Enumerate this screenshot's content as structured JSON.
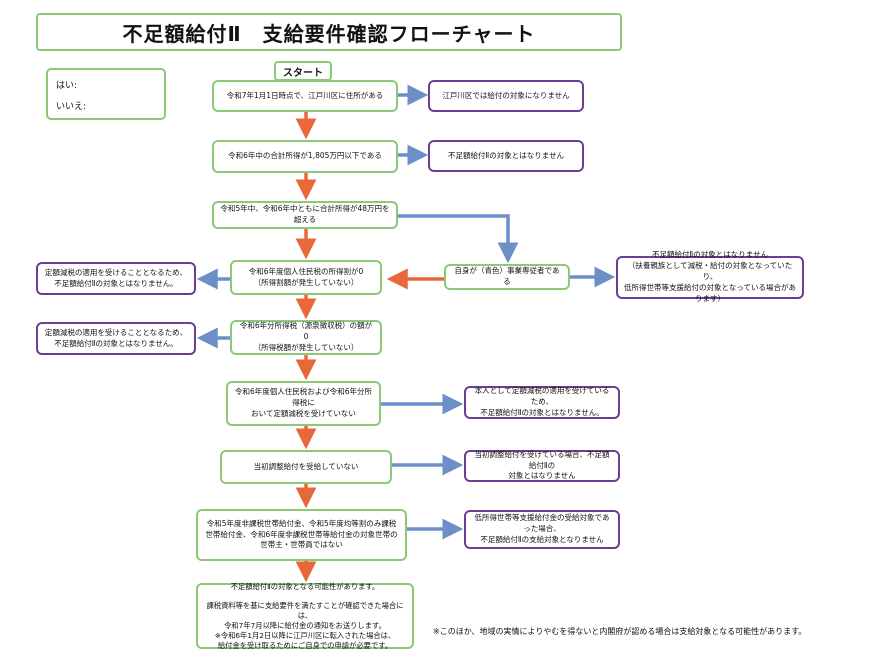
{
  "title": "不足額給付Ⅱ　支給要件確認フローチャート",
  "start_label": "スタート",
  "legend": {
    "yes_label": "はい:",
    "no_label": "いいえ:",
    "yes_color": "#e8683a",
    "no_color": "#6b8fc6"
  },
  "main_steps": [
    "令和7年1月1日時点で、江戸川区に住所がある",
    "令和6年中の合計所得が1,805万円以下である",
    "令和5年中、令和6年中ともに合計所得が48万円を超える",
    "令和6年度個人住民税の所得割が0\n（所得割額が発生していない）",
    "令和6年分所得税（源泉徴収税）の額が0\n（所得税額が発生していない）",
    "令和6年度個人住民税および令和6年分所得税に\nおいて定額減税を受けていない",
    "当初調整給付を受給していない",
    "令和5年度非課税世帯給付金、令和5年度均等割のみ課税\n世帯給付金、令和6年度非課税世帯等給付金の対象世帯の\n世帯主・世帯員ではない"
  ],
  "self_employed_question": "自身が（青色）事業専従者である",
  "outcomes": {
    "not_resident": "江戸川区では給付の対象になりません",
    "income_over": "不足額給付Ⅱの対象とはなりません",
    "self_employed": "不足額給付Ⅱの対象とはなりません\n（扶養親族として減税・給付の対象となっていたり、\n低所得世帯等支援給付の対象となっている場合があります）",
    "resident_tax_left": "定額減税の適用を受けることとなるため、\n不足額給付Ⅱの対象とはなりません。",
    "income_tax_left": "定額減税の適用を受けることとなるため、\n不足額給付Ⅱの対象とはなりません。",
    "received_reduction": "本人として定額減税の適用を受けているため、\n不足額給付Ⅱの対象とはなりません。",
    "received_initial": "当初調整給付を受けている場合、不足額給付Ⅱの\n対象とはなりません",
    "low_income_support": "低所得世帯等支援給付金の受給対象であった場合、\n不足額給付Ⅱの支給対象となりません"
  },
  "final_result": "不足額給付Ⅱの対象となる可能性があります。\n\n課税資料等を基に支給要件を満たすことが確認できた場合には、\n令和7年7月以降に給付金の通知をお送りします。\n※令和6年1月2日以降に江戸川区に転入された場合は、\n給付金を受け取るためにご自身での申請が必要です。",
  "footnote": "※このほか、地域の実情によりやむを得ないと内閣府が認める場合は支給対象となる可能性があります。"
}
